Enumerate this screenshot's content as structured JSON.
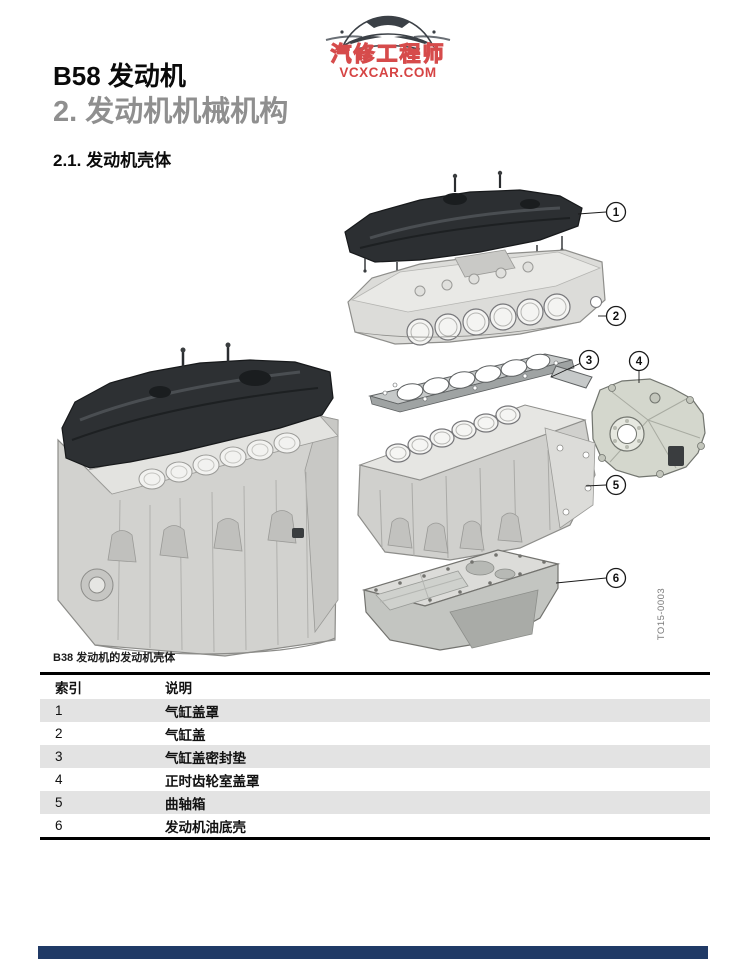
{
  "logo": {
    "brand_cn": "汽修工程师",
    "brand_url": "VCXCAR.COM",
    "accent_red": "#d64444"
  },
  "header": {
    "title": "B58 发动机",
    "subtitle": "2. 发动机机械机构",
    "section": "2.1. 发动机壳体"
  },
  "figure": {
    "caption": "B38 发动机的发动机壳体",
    "figure_id": "TO15-0003",
    "callouts": [
      {
        "label": "1"
      },
      {
        "label": "2"
      },
      {
        "label": "3"
      },
      {
        "label": "4"
      },
      {
        "label": "5"
      },
      {
        "label": "6"
      }
    ]
  },
  "table": {
    "headers": [
      "索引",
      "说明"
    ],
    "rows": [
      {
        "index": "1",
        "desc": "气缸盖罩"
      },
      {
        "index": "2",
        "desc": "气缸盖"
      },
      {
        "index": "3",
        "desc": "气缸盖密封垫"
      },
      {
        "index": "4",
        "desc": "正时齿轮室盖罩"
      },
      {
        "index": "5",
        "desc": "曲轴箱"
      },
      {
        "index": "6",
        "desc": "发动机油底壳"
      }
    ],
    "zebra_color": "#e3e3e3"
  },
  "footer": {
    "bar_color": "#203a66"
  }
}
